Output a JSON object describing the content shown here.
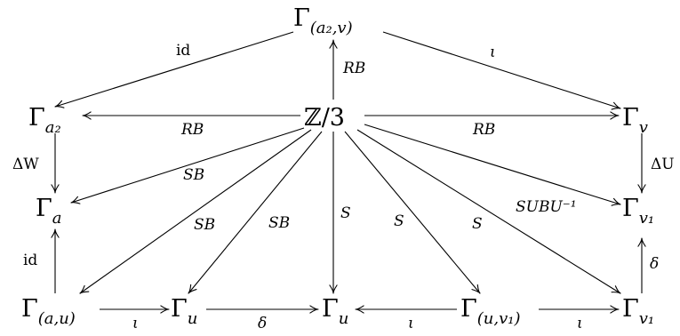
{
  "nodes": [
    {
      "id": "gamma_a2v",
      "base": "Γ",
      "sub": "(a₂,v)"
    },
    {
      "id": "gamma_a2",
      "base": "Γ",
      "sub": "a₂"
    },
    {
      "id": "z3",
      "base": "ℤ/3",
      "sub": ""
    },
    {
      "id": "gamma_v",
      "base": "Γ",
      "sub": "v"
    },
    {
      "id": "gamma_a",
      "base": "Γ",
      "sub": "a"
    },
    {
      "id": "gamma_v1_mid",
      "base": "Γ",
      "sub": "v₁"
    },
    {
      "id": "gamma_au",
      "base": "Γ",
      "sub": "(a,u)"
    },
    {
      "id": "gamma_u_left",
      "base": "Γ",
      "sub": "u"
    },
    {
      "id": "gamma_u_center",
      "base": "Γ",
      "sub": "u"
    },
    {
      "id": "gamma_uv1",
      "base": "Γ",
      "sub": "(u,v₁)"
    },
    {
      "id": "gamma_v1_bottom",
      "base": "Γ",
      "sub": "v₁"
    }
  ],
  "edges": [
    {
      "id": "a2v_to_a2",
      "from": "gamma_a2v",
      "to": "gamma_a2",
      "label": "id"
    },
    {
      "id": "a2v_to_v",
      "from": "gamma_a2v",
      "to": "gamma_v",
      "label": "ι"
    },
    {
      "id": "z3_to_a2v",
      "from": "z3",
      "to": "gamma_a2v",
      "label": "RB"
    },
    {
      "id": "z3_to_a2",
      "from": "z3",
      "to": "gamma_a2",
      "label": "RB"
    },
    {
      "id": "z3_to_v",
      "from": "z3",
      "to": "gamma_v",
      "label": "RB"
    },
    {
      "id": "a2_to_a",
      "from": "gamma_a2",
      "to": "gamma_a",
      "label": "ΔW"
    },
    {
      "id": "v_to_v1",
      "from": "gamma_v",
      "to": "gamma_v1_mid",
      "label": "ΔU"
    },
    {
      "id": "z3_to_a",
      "from": "z3",
      "to": "gamma_a",
      "label": "SB"
    },
    {
      "id": "z3_to_au",
      "from": "z3",
      "to": "gamma_au",
      "label": "SB"
    },
    {
      "id": "z3_to_u_left",
      "from": "z3",
      "to": "gamma_u_left",
      "label": "SB"
    },
    {
      "id": "z3_to_u_center",
      "from": "z3",
      "to": "gamma_u_center",
      "label": "S"
    },
    {
      "id": "z3_to_uv1",
      "from": "z3",
      "to": "gamma_uv1",
      "label": "S"
    },
    {
      "id": "z3_to_v1_bottom",
      "from": "z3",
      "to": "gamma_v1_bottom",
      "label": "S"
    },
    {
      "id": "z3_to_v1_mid",
      "from": "z3",
      "to": "gamma_v1_mid",
      "label": "SUBU⁻¹"
    },
    {
      "id": "au_to_a",
      "from": "gamma_au",
      "to": "gamma_a",
      "label": "id"
    },
    {
      "id": "v1b_to_v1m",
      "from": "gamma_v1_bottom",
      "to": "gamma_v1_mid",
      "label": "δ"
    },
    {
      "id": "au_to_u",
      "from": "gamma_au",
      "to": "gamma_u_left",
      "label": "ι"
    },
    {
      "id": "u_to_uc",
      "from": "gamma_u_left",
      "to": "gamma_u_center",
      "label": "δ"
    },
    {
      "id": "uv1_to_uc",
      "from": "gamma_uv1",
      "to": "gamma_u_center",
      "label": "ι"
    },
    {
      "id": "uv1_to_v1b",
      "from": "gamma_uv1",
      "to": "gamma_v1_bottom",
      "label": "ι"
    }
  ]
}
